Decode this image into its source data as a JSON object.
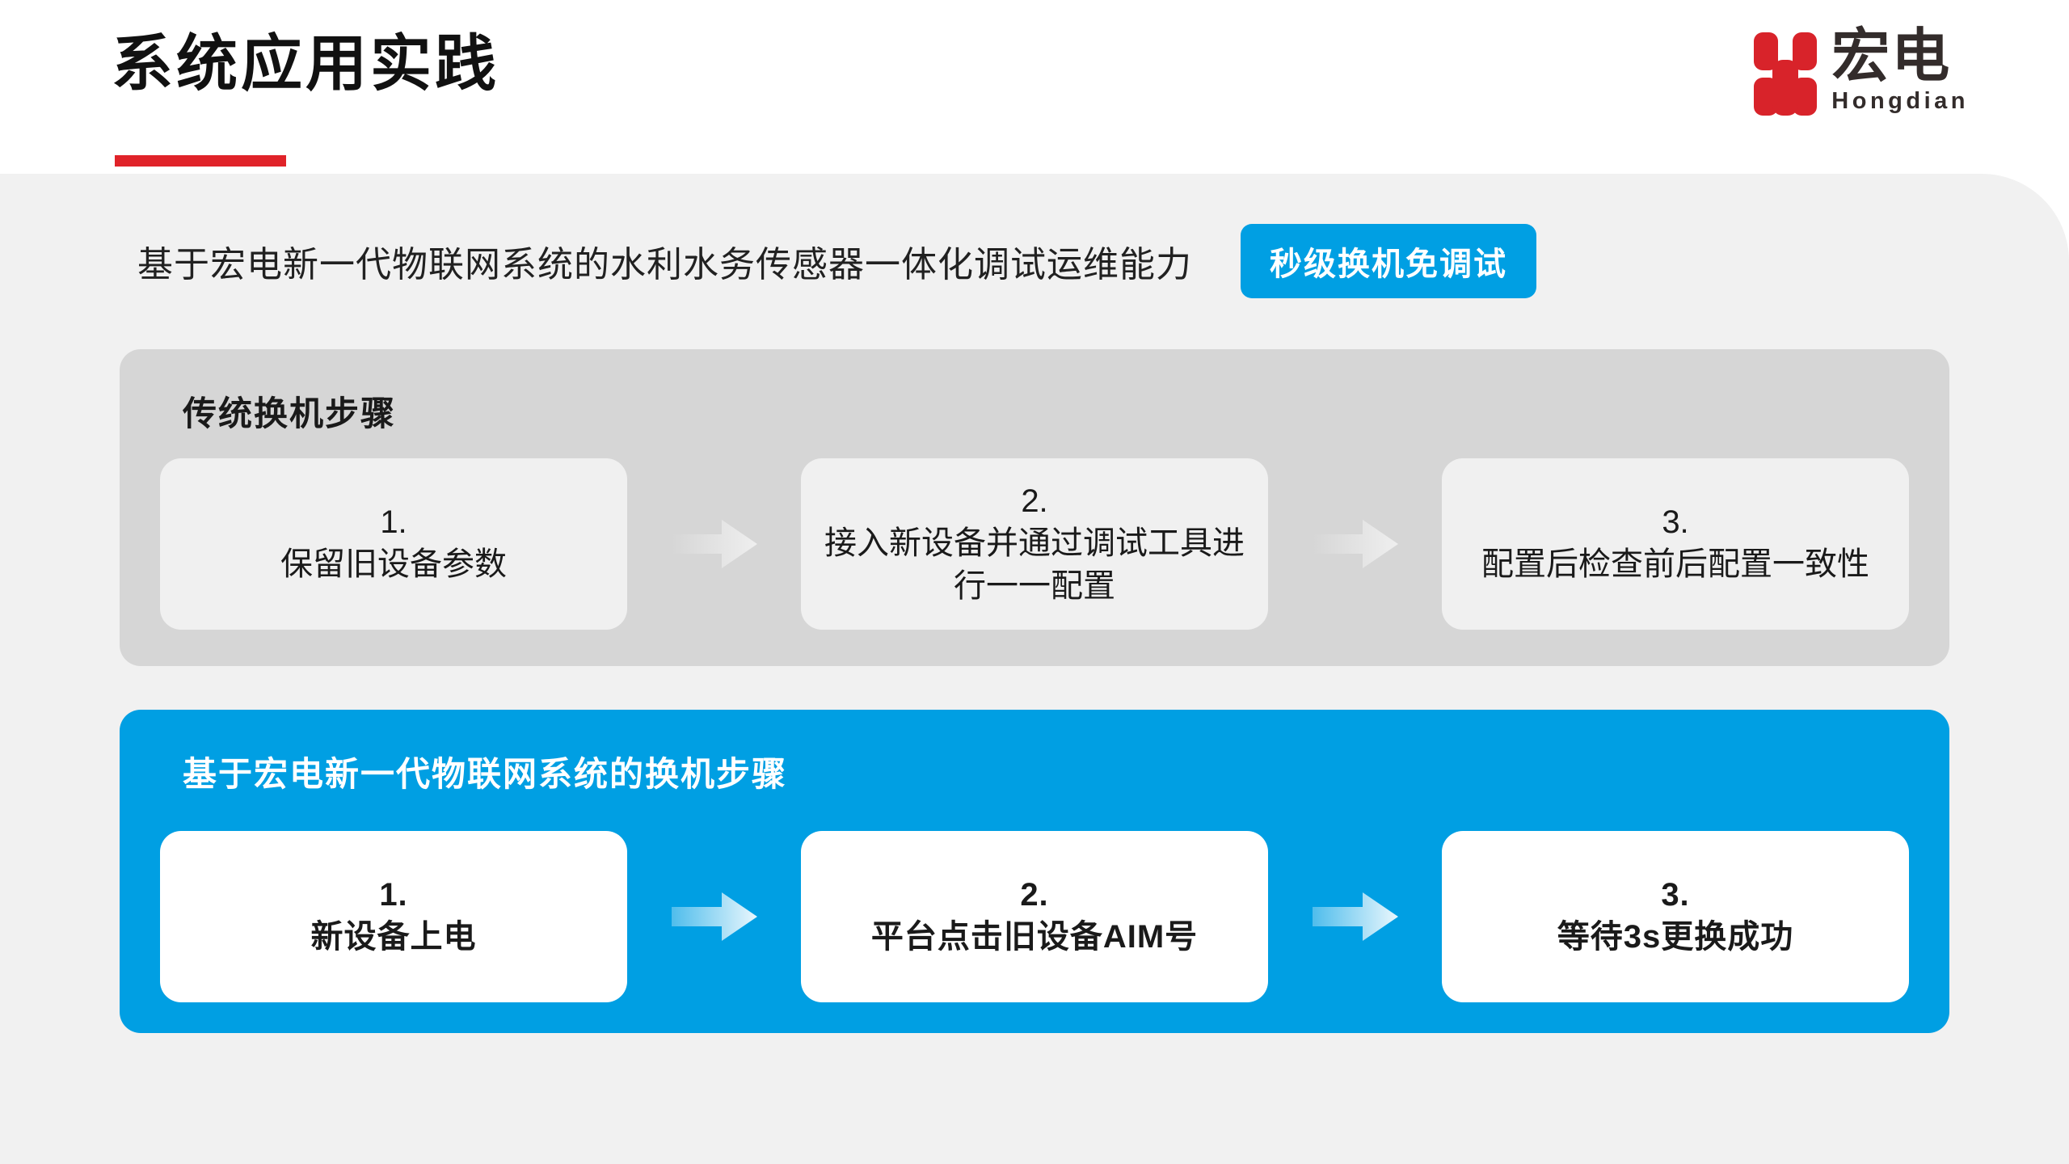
{
  "header": {
    "title": "系统应用实践",
    "accent_color": "#E02329",
    "logo": {
      "cn": "宏电",
      "en": "Hongdian",
      "mark_color": "#D8232A"
    }
  },
  "subtitle": {
    "text": "基于宏电新一代物联网系统的水利水务传感器一体化调试运维能力",
    "badge": "秒级换机免调试",
    "badge_color": "#009FE3"
  },
  "legacy_section": {
    "title": "传统换机步骤",
    "background": "#D6D6D6",
    "cards": [
      {
        "num": "1.",
        "label": "保留旧设备参数"
      },
      {
        "num": "2.",
        "label": "接入新设备并通过调试工具进行一一配置"
      },
      {
        "num": "3.",
        "label": "配置后检查前后配置一致性"
      }
    ]
  },
  "new_section": {
    "title": "基于宏电新一代物联网系统的换机步骤",
    "background": "#009FE3",
    "cards": [
      {
        "num": "1.",
        "label": "新设备上电"
      },
      {
        "num": "2.",
        "label": "平台点击旧设备AIM号"
      },
      {
        "num": "3.",
        "label": "等待3s更换成功"
      }
    ]
  }
}
